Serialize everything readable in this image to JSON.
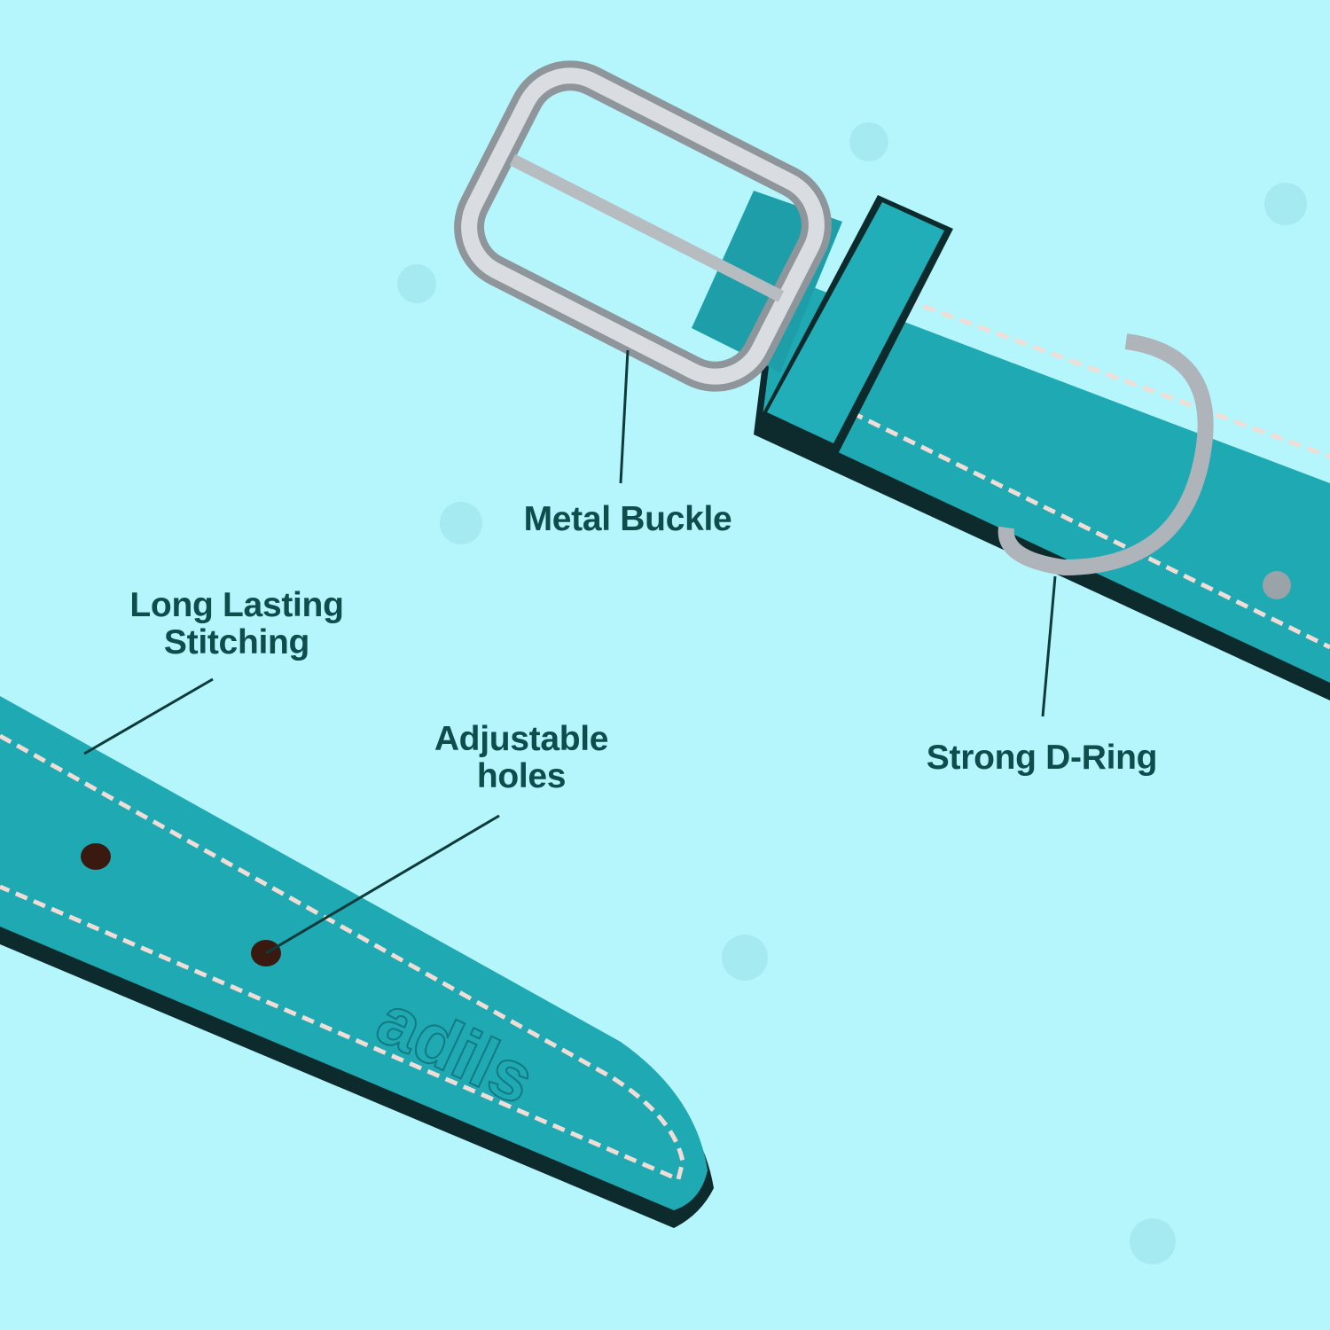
{
  "colors": {
    "background": "#b4f6fc",
    "leather": "#1fa9b3",
    "label_text": "#0e4d4c",
    "stitching": "#f2dcd6",
    "metal": "#c9cdd2"
  },
  "brand_emboss": "adils",
  "callouts": {
    "buckle": "Metal Buckle",
    "stitching_line1": "Long Lasting",
    "stitching_line2": "Stitching",
    "holes_line1": "Adjustable",
    "holes_line2": "holes",
    "dring": "Strong D-Ring"
  }
}
